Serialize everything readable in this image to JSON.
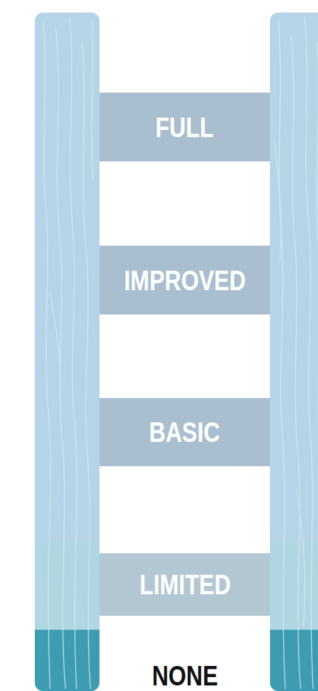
{
  "diagram": {
    "nodes": [
      {
        "text": [
          "FULL"
        ]
      },
      {
        "text": [
          "IMPROVED"
        ]
      },
      {
        "text": [
          "BASIC"
        ]
      },
      {
        "text": [
          "LIMITED"
        ]
      }
    ],
    "labels": [
      "NONE"
    ]
  }
}
